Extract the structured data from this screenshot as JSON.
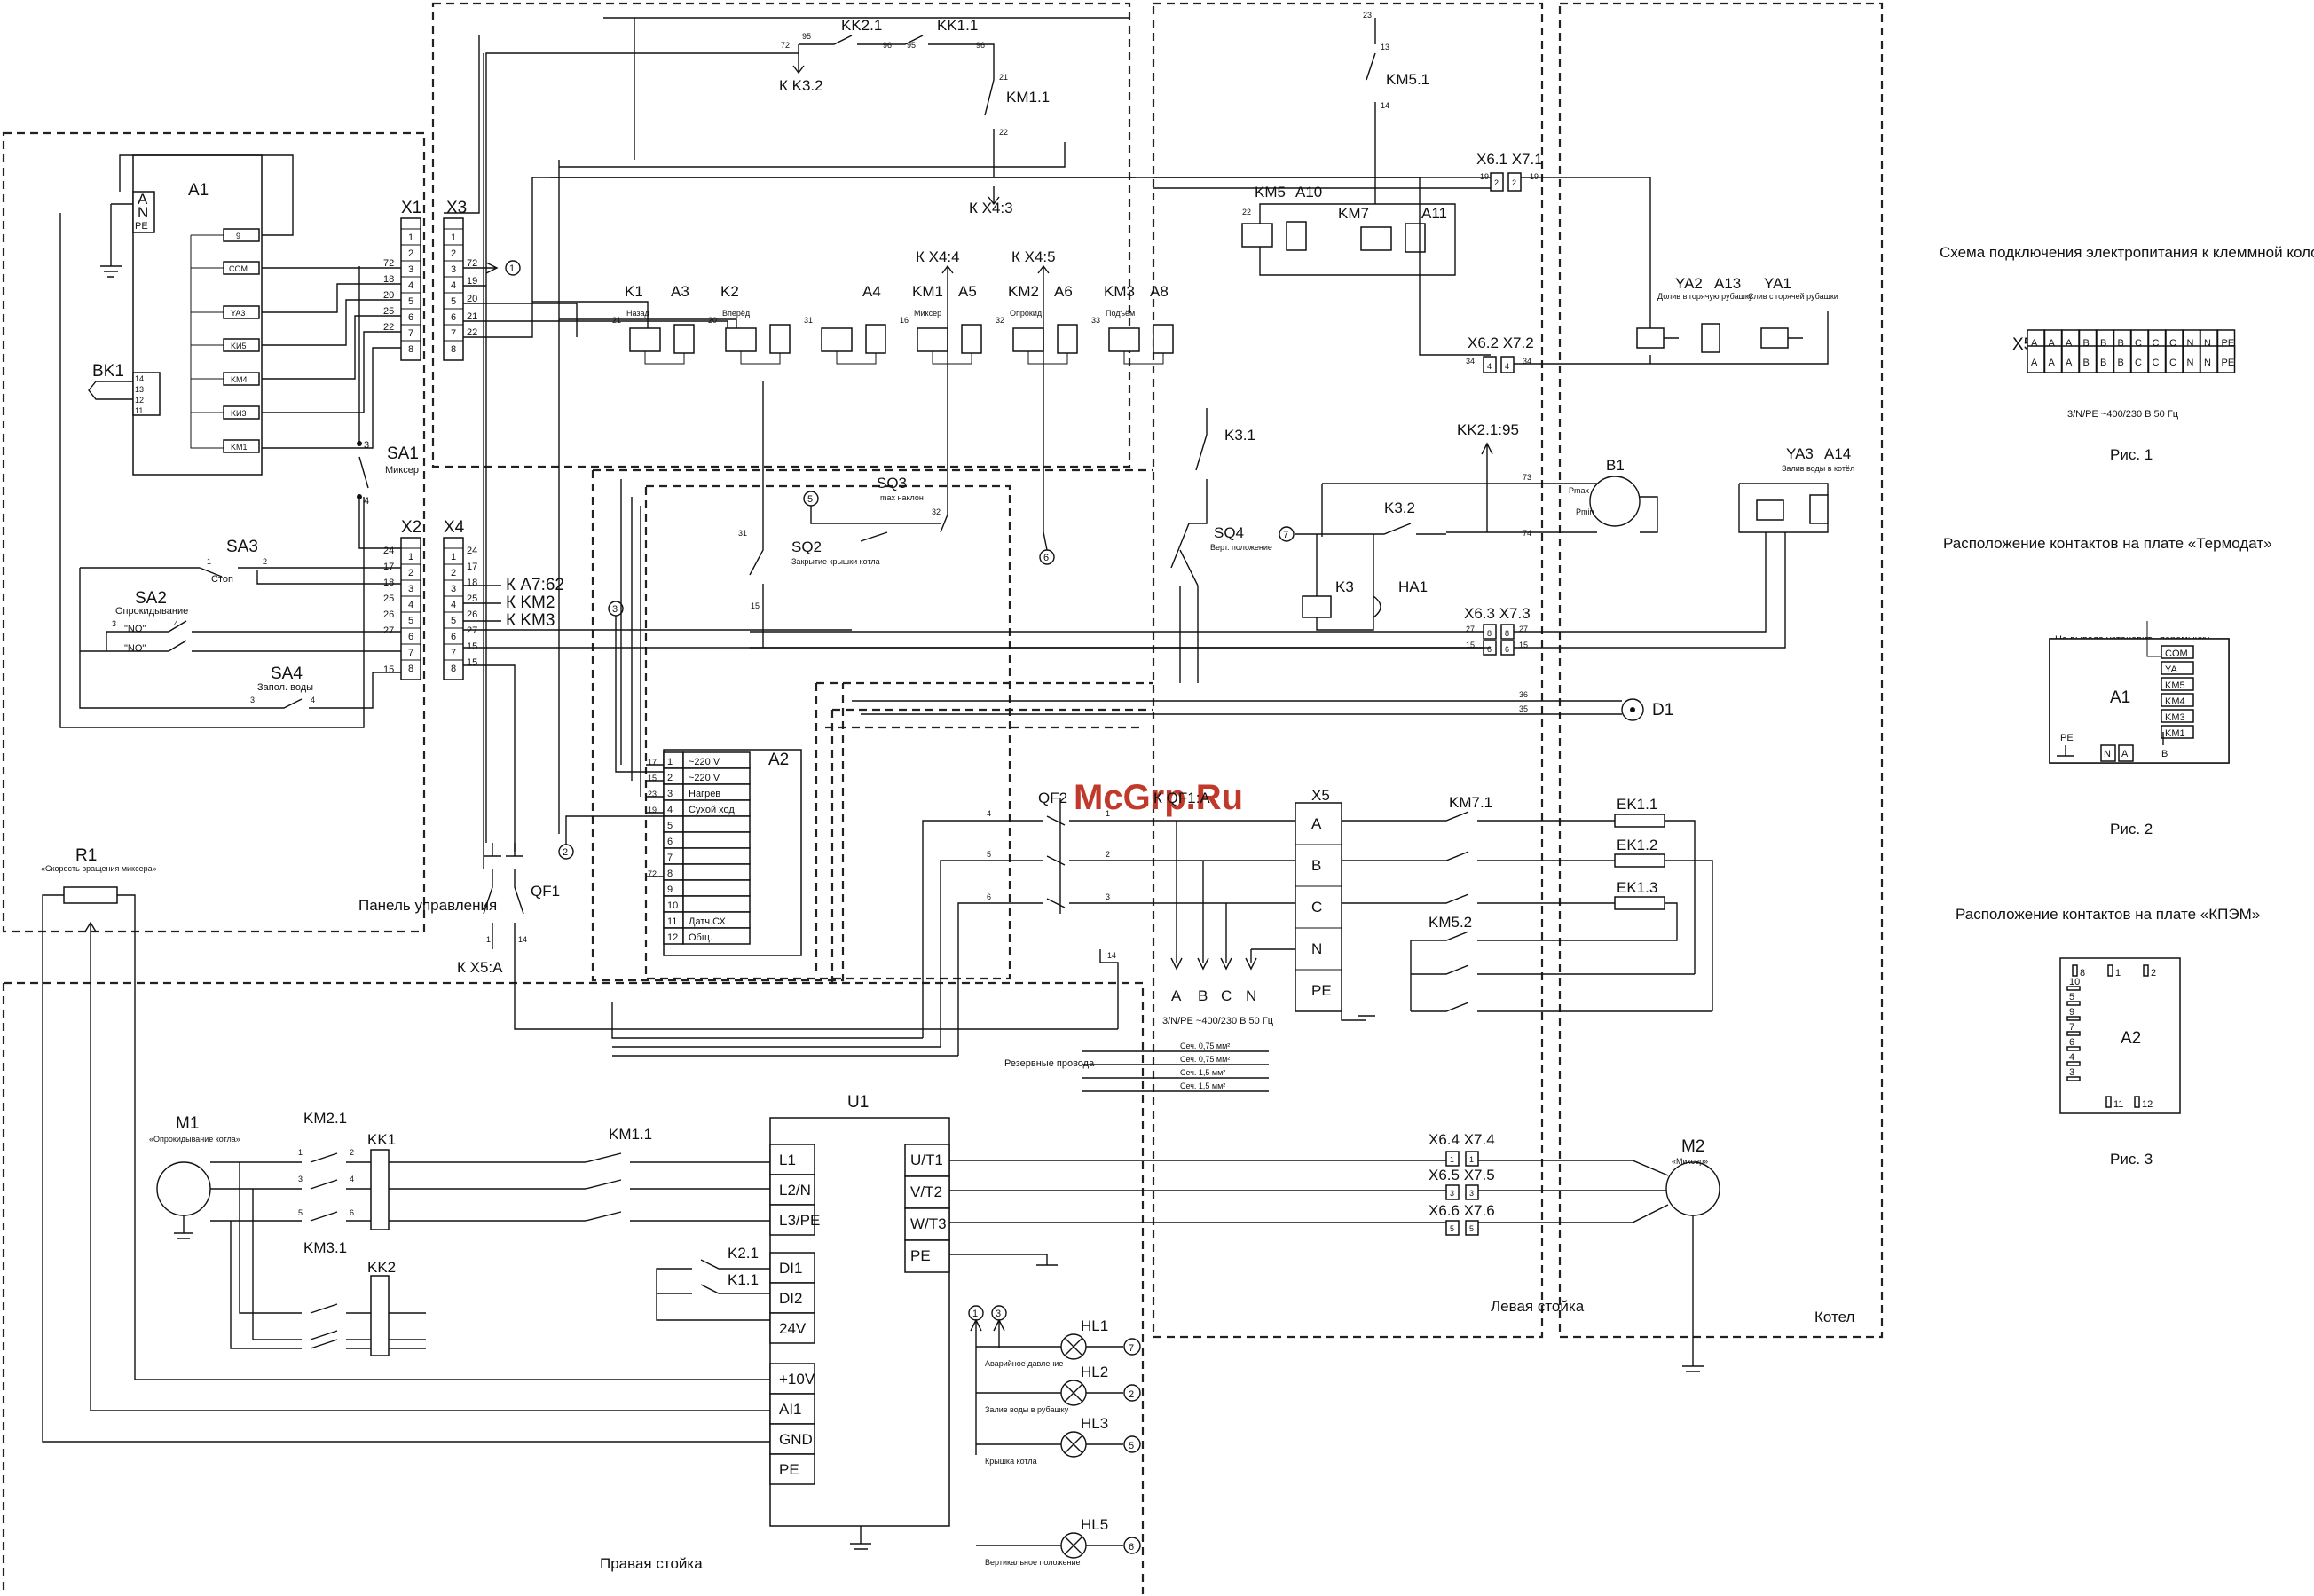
{
  "watermark": "McGrp.Ru",
  "panels": {
    "control": "Панель управления",
    "right_stand": "Правая стойка",
    "left_stand": "Левая стойка",
    "boiler": "Котел"
  },
  "a1": {
    "label": "A1",
    "ports_top": [
      "A",
      "N",
      "PE"
    ],
    "ports_right": [
      "9",
      "COM",
      "YA3",
      "KИ5",
      "KM4",
      "KИ3",
      "KM1"
    ],
    "bk1": "BK1",
    "bk1_pins": [
      "14",
      "13",
      "12",
      "11"
    ]
  },
  "x1": {
    "label": "X1",
    "pins": [
      "1",
      "2",
      "3",
      "4",
      "5",
      "6",
      "7",
      "8"
    ],
    "wires": [
      "72",
      "18",
      "20",
      "25",
      "22"
    ]
  },
  "x2": {
    "label": "X2",
    "pins": [
      "1",
      "2",
      "3",
      "4",
      "5",
      "6",
      "7",
      "8"
    ],
    "wires": [
      "24",
      "17",
      "18",
      "25",
      "26",
      "27",
      "15"
    ]
  },
  "x3": {
    "label": "X3",
    "pins": [
      "1",
      "2",
      "3",
      "4",
      "5",
      "6",
      "7",
      "8"
    ],
    "wires": [
      "72",
      "19",
      "20",
      "21",
      "22"
    ]
  },
  "x4": {
    "label": "X4",
    "pins": [
      "1",
      "2",
      "3",
      "4",
      "5",
      "6",
      "7",
      "8"
    ],
    "wires": [
      "24",
      "17",
      "18",
      "25",
      "26",
      "27",
      "15",
      "15"
    ],
    "refs": [
      "К A7:62",
      "К KM2",
      "К KM3"
    ]
  },
  "switches": {
    "sa1": {
      "label": "SA1",
      "desc": "Миксер",
      "pins": [
        "3",
        "4"
      ]
    },
    "sa3": {
      "label": "SA3",
      "desc": "Стоп",
      "pins": [
        "1",
        "2"
      ]
    },
    "sa2": {
      "label": "SA2",
      "desc": "Опрокидывание",
      "pos": "\"NO\"",
      "pins": [
        "3",
        "4"
      ]
    },
    "sa4": {
      "label": "SA4",
      "desc": "Запол. воды",
      "pins": [
        "3",
        "4"
      ]
    }
  },
  "top_chain": {
    "kk21": "KK2.1",
    "kk11": "KK1.1",
    "km11": "KM1.1",
    "k_k32": "К K3.2",
    "k_x43": "К X4:3",
    "nums": [
      "72",
      "95",
      "96",
      "95",
      "96",
      "21",
      "22"
    ]
  },
  "relays_row": [
    {
      "k": "K1",
      "a": "A3",
      "desc": "Назад",
      "w": "21"
    },
    {
      "k": "K2",
      "a": "",
      "desc": "Вперёд",
      "w": "20"
    },
    {
      "k": "",
      "a": "A4",
      "desc": "",
      "w": "31"
    },
    {
      "k": "KM1",
      "a": "A5",
      "desc": "Миксер",
      "w": "16"
    },
    {
      "k": "KM2",
      "a": "A6",
      "desc": "Опрокид",
      "w": "32"
    },
    {
      "k": "KM3",
      "a": "A8",
      "desc": "Подъём",
      "w": "33"
    }
  ],
  "k_x44": "К X4:4",
  "k_x45": "К X4:5",
  "km5_group": {
    "km51": "KM5.1",
    "km5": "KM5",
    "a10": "A10",
    "km7": "KM7",
    "a11": "A11",
    "nums": [
      "23",
      "13",
      "14",
      "22"
    ]
  },
  "sq": {
    "sq2": {
      "label": "SQ2",
      "desc": "Закрытие крышки котла",
      "w": [
        "31",
        "15"
      ]
    },
    "sq3": {
      "label": "SQ3",
      "desc": "max наклон",
      "w": [
        "32"
      ]
    },
    "sq4": {
      "label": "SQ4",
      "desc": "Верт. положение"
    }
  },
  "k31": "K3.1",
  "kk21_95": "KK2.1:95",
  "b1": {
    "label": "B1",
    "pmax": "Pmax",
    "pmin": "Pmin",
    "w": [
      "73",
      "74"
    ]
  },
  "k32": "K3.2",
  "k3": "K3",
  "ha1": "HA1",
  "d1": {
    "label": "D1",
    "w": [
      "36",
      "35"
    ]
  },
  "x61_71": {
    "label": "X6.1 X7.1",
    "n": [
      "19",
      "2",
      "2",
      "19"
    ]
  },
  "x62_72": {
    "label": "X6.2 X7.2",
    "n": [
      "34",
      "4",
      "4",
      "34"
    ]
  },
  "x63_73": {
    "label": "X6.3 X7.3",
    "n": [
      "27",
      "8",
      "8",
      "27",
      "15",
      "6",
      "6",
      "15"
    ]
  },
  "ya": {
    "ya2": {
      "label": "YA2",
      "desc": "Долив в горячую рубашку"
    },
    "a13": "A13",
    "ya1": {
      "label": "YA1",
      "desc": "Слив с горячей рубашки"
    },
    "ya3": {
      "label": "YA3",
      "desc": "Залив воды в котёл"
    },
    "a14": "A14"
  },
  "a2": {
    "label": "A2",
    "rows": [
      {
        "n": "1",
        "t": "~220 V",
        "w": "17"
      },
      {
        "n": "2",
        "t": "~220 V",
        "w": "15"
      },
      {
        "n": "3",
        "t": "Нагрев",
        "w": "23"
      },
      {
        "n": "4",
        "t": "Сухой ход",
        "w": "19"
      },
      {
        "n": "5",
        "t": "",
        "w": ""
      },
      {
        "n": "6",
        "t": "",
        "w": ""
      },
      {
        "n": "7",
        "t": "",
        "w": ""
      },
      {
        "n": "8",
        "t": "",
        "w": "72"
      },
      {
        "n": "9",
        "t": "",
        "w": ""
      },
      {
        "n": "10",
        "t": "",
        "w": ""
      },
      {
        "n": "11",
        "t": "Датч.СХ",
        "w": ""
      },
      {
        "n": "12",
        "t": "Общ.",
        "w": ""
      }
    ]
  },
  "qf1": {
    "label": "QF1",
    "w": [
      "1",
      "14"
    ],
    "ref": "К X5:A"
  },
  "qf2": {
    "label": "QF2",
    "ref": "К QF1:A",
    "w_in": [
      "4",
      "5",
      "6"
    ],
    "w_out": [
      "1",
      "2",
      "3"
    ]
  },
  "x5": {
    "label": "X5",
    "pins": [
      "A",
      "B",
      "C",
      "N",
      "PE"
    ],
    "supply": [
      "A",
      "B",
      "C",
      "N"
    ],
    "supply_note": "3/N/PE ~400/230 В 50 Гц"
  },
  "km71": "KM7.1",
  "km52": "KM5.2",
  "ek": [
    "EK1.1",
    "EK1.2",
    "EK1.3"
  ],
  "reserve": {
    "label": "Резервные провода",
    "items": [
      "Сеч. 0,75 мм²",
      "Сеч. 0,75 мм²",
      "Сеч. 1,5 мм²",
      "Сеч. 1,5 мм²"
    ]
  },
  "w14": "14",
  "r1": {
    "label": "R1",
    "desc": "«Скорость вращения миксера»"
  },
  "m1": {
    "label": "M1",
    "desc": "«Опрокидывание котла»"
  },
  "m2": {
    "label": "M2",
    "desc": "«Миксер»"
  },
  "km21": "KM2.1",
  "kk1": "KK1",
  "km31": "KM3.1",
  "kk2": "KK2",
  "km11b": "KM1.1",
  "contact_nums": [
    "1",
    "2",
    "3",
    "4",
    "5",
    "6"
  ],
  "u1": {
    "label": "U1",
    "in": [
      "L1",
      "L2/N",
      "L3/PE"
    ],
    "di": [
      "DI1",
      "DI2",
      "24V"
    ],
    "ai": [
      "+10V",
      "AI1",
      "GND",
      "PE"
    ],
    "out": [
      "U/T1",
      "V/T2",
      "W/T3",
      "PE"
    ],
    "k21": "K2.1",
    "k11": "K1.1"
  },
  "x64_74": {
    "label": "X6.4 X7.4",
    "n": [
      "1",
      "1"
    ]
  },
  "x65_75": {
    "label": "X6.5 X7.5",
    "n": [
      "3",
      "3"
    ]
  },
  "x66_76": {
    "label": "X6.6 X7.6",
    "n": [
      "5",
      "5"
    ]
  },
  "lamps": [
    {
      "label": "HL1",
      "desc": "Аварийное давление",
      "to": "7"
    },
    {
      "label": "HL2",
      "desc": "Залив воды в рубашку",
      "to": "2"
    },
    {
      "label": "HL3",
      "desc": "Крышка котла",
      "to": "5"
    },
    {
      "label": "HL5",
      "desc": "Вертикальное положение",
      "to": "6"
    }
  ],
  "nodes": {
    "n1": "1",
    "n2": "2",
    "n3": "3",
    "n5": "5",
    "n6": "6",
    "n7": "7"
  },
  "fig1": {
    "title": "Схема подключения электропитания к клеммной колодке",
    "x5": "X5",
    "letters": [
      "A",
      "A",
      "A",
      "B",
      "B",
      "B",
      "C",
      "C",
      "C",
      "N",
      "N",
      "PE"
    ],
    "note": "3/N/PE ~400/230 В 50 Гц",
    "caption": "Рис. 1"
  },
  "fig2": {
    "title": "Расположение контактов на плате «Термодат»",
    "note": "На вывода установить перемычку",
    "pins": [
      "COM",
      "YA",
      "KM5",
      "KM4",
      "KM3",
      "KM1"
    ],
    "label": "A1",
    "pe": "PE",
    "bottom": [
      "N",
      "A",
      "B"
    ],
    "caption": "Рис. 2"
  },
  "fig3": {
    "title": "Расположение контактов на плате «КПЭМ»",
    "top": [
      "8",
      "1",
      "2"
    ],
    "left": [
      "10",
      "5",
      "9",
      "7",
      "6",
      "4",
      "3"
    ],
    "bottom": [
      "11",
      "12"
    ],
    "label": "A2",
    "caption": "Рис. 3"
  }
}
